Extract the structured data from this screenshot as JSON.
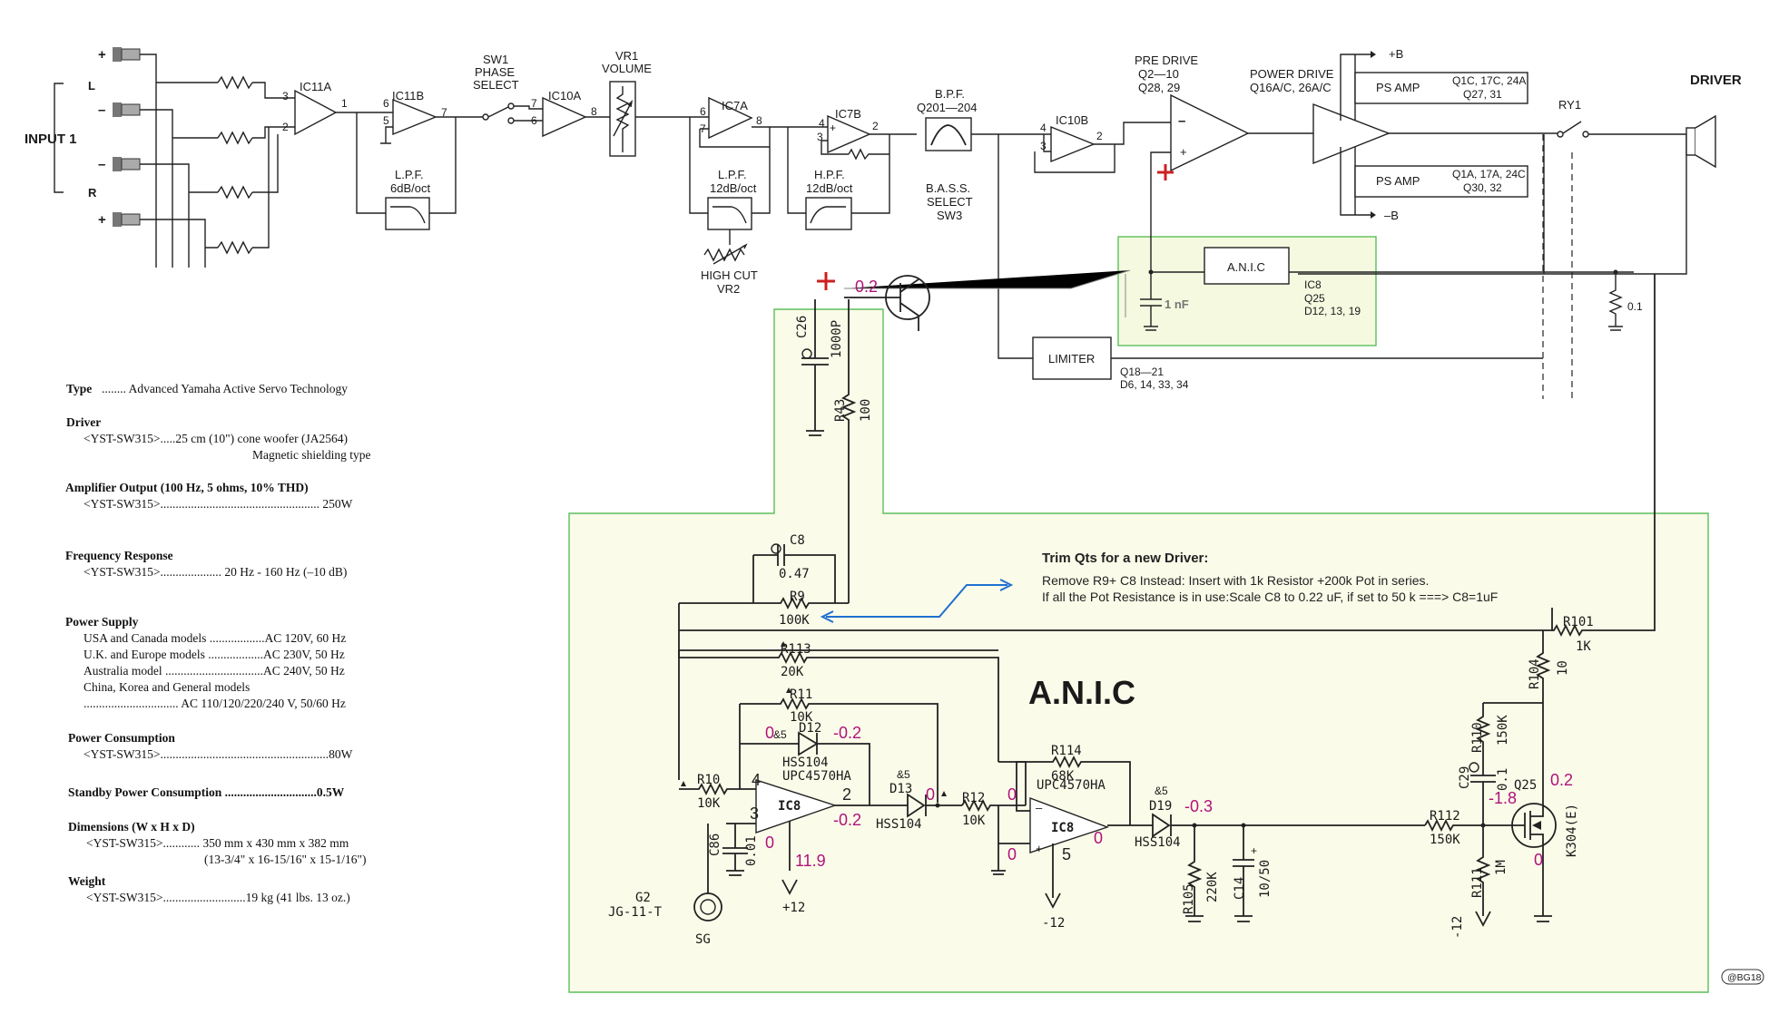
{
  "header": {
    "driver_label": "DRIVER",
    "input_label": "INPUT 1",
    "input_l": "L",
    "input_r": "R",
    "plus": "+",
    "minus": "–"
  },
  "blocks": {
    "ic11a": "IC11A",
    "ic11b": "IC11B",
    "lpf1_a": "L.P.F.",
    "lpf1_b": "6dB/oct",
    "sw1_a": "SW1",
    "sw1_b": "PHASE",
    "sw1_c": "SELECT",
    "ic10a": "IC10A",
    "vr1_a": "VR1",
    "vr1_b": "VOLUME",
    "ic7a": "IC7A",
    "lpf2_a": "L.P.F.",
    "lpf2_b": "12dB/oct",
    "highcut_a": "HIGH CUT",
    "highcut_b": "VR2",
    "ic7b": "IC7B",
    "hpf_a": "H.P.F.",
    "hpf_b": "12dB/oct",
    "bpf_a": "B.P.F.",
    "bpf_b": "Q201—204",
    "bass_a": "B.A.S.S.",
    "bass_b": "SELECT",
    "bass_c": "SW3",
    "ic10b": "IC10B",
    "predrive_a": "PRE DRIVE",
    "predrive_b": "Q2—10",
    "predrive_c": "Q28, 29",
    "powerdrive_a": "POWER DRIVE",
    "powerdrive_b": "Q16A/C, 26A/C",
    "psamp1": "PS AMP",
    "psamp1_q_a": "Q1C, 17C, 24A",
    "psamp1_q_b": "Q27, 31",
    "psamp2": "PS AMP",
    "psamp2_q_a": "Q1A, 17A, 24C",
    "psamp2_q_b": "Q30, 32",
    "plus_b": "+B",
    "minus_b": "–B",
    "ry1": "RY1",
    "anic_box": "A.N.I.C",
    "ic8_a": "IC8",
    "ic8_b": "Q25",
    "ic8_c": "D12, 13, 19",
    "cap_1nf": "1 nF",
    "res_01": "0.1",
    "limiter": "LIMITER",
    "limiter_a": "Q18—21",
    "limiter_b": "D6, 14, 33, 34",
    "pin1": "1",
    "pin2": "2",
    "pin3": "3",
    "pin4": "4",
    "pin5": "5",
    "pin6": "6",
    "pin7": "7",
    "pin8": "8",
    "minus_sign": "–"
  },
  "specs": {
    "type_head": "Type",
    "type_val": "........ Advanced Yamaha Active Servo Technology",
    "driver_head": "Driver",
    "driver_line1": "<YST-SW315>.....25 cm (10\") cone woofer (JA2564)",
    "driver_line2": "Magnetic shielding type",
    "amp_head": "Amplifier Output (100 Hz, 5 ohms, 10% THD)",
    "amp_line": "<YST-SW315>.................................................... 250W",
    "freq_head": "Frequency Response",
    "freq_line": "<YST-SW315>.................... 20 Hz - 160 Hz (–10 dB)",
    "ps_head": "Power Supply",
    "ps_line1": "USA and Canada models ..................AC 120V, 60 Hz",
    "ps_line2": "U.K. and Europe models ..................AC 230V, 50 Hz",
    "ps_line3": "Australia model ................................AC 240V, 50 Hz",
    "ps_line4": "China, Korea and General models",
    "ps_line5": "............................... AC 110/120/220/240 V, 50/60 Hz",
    "pc_head": "Power Consumption",
    "pc_line": "<YST-SW315>.......................................................80W",
    "standby": "Standby Power Consumption ..............................0.5W",
    "dim_head": "Dimensions (W x H x D)",
    "dim_line1": "<YST-SW315>............ 350 mm x 430 mm x 382 mm",
    "dim_line2": "(13-3/4\" x 16-15/16\" x 15-1/16\")",
    "weight_head": "Weight",
    "weight_line": "<YST-SW315>...........................19 kg (41 lbs. 13 oz.)"
  },
  "anic": {
    "title": "A.N.I.C",
    "note_title": "Trim Qts for a new Driver:",
    "note_line1": "Remove R9+ C8 Instead: Insert with 1k Resistor +200k Pot in series.",
    "note_line2": "If all the Pot Resistance is in use:Scale C8 to 0.22 uF, if set to 50 k ===> C8=1uF",
    "c26_a": "C26",
    "c26_b": "1000P",
    "r43_a": "R43",
    "r43_b": "100",
    "c8_a": "C8",
    "c8_b": "0.47",
    "r9_a": "R9",
    "r9_b": "100K",
    "r101_a": "R101",
    "r101_b": "1K",
    "r104_a": "R104",
    "r104_b": "10",
    "r113_a": "R113",
    "r113_b": "20K",
    "r11_a": "R11",
    "r11_b": "10K",
    "d12": "D12",
    "amp5_a": "&5",
    "hss104_a": "HSS104",
    "upc_a": "UPC4570HA",
    "r10_a": "R10",
    "r10_b": "10K",
    "ic8_left": "IC8",
    "d13_amp": "&5",
    "d13": "D13",
    "hss104_b": "HSS104",
    "r12_a": "R12",
    "r12_b": "10K",
    "r114_a": "R114",
    "r114_b": "68K",
    "upc_b": "UPC4570HA",
    "ic8_right": "IC8",
    "d19_amp": "&5",
    "d19": "D19",
    "hss104_c": "HSS104",
    "r105_a": "R105",
    "r105_b": "220K",
    "c14_a": "C14",
    "c14_b": "10/50",
    "r110_a": "R110",
    "r110_b": "150K",
    "c29_a": "C29",
    "c29_b": "0.1",
    "r112_a": "R112",
    "r112_b": "150K",
    "r111_a": "R111",
    "r111_b": "1M",
    "q25_a": "Q25",
    "q25_b": "K304(E)",
    "c86_a": "C86",
    "c86_b": "0.01",
    "g2_a": "G2",
    "g2_b": "JG-11-T",
    "sg": "SG",
    "plus12": "+12",
    "minus12_a": "-12",
    "minus12_b": "-12",
    "p4": "4",
    "p3": "3",
    "p2": "2",
    "p5": "5",
    "pplus": "+",
    "pminus": "–",
    "v_0_2": "0.2",
    "v_0_a": "0",
    "v_0_b": "0",
    "v_neg02_a": "-0.2",
    "v_neg02_b": "-0.2",
    "v_0_c": "0",
    "v_119": "11.9",
    "v_0_d": "0",
    "v_0_e": "0",
    "v_0_f": "0",
    "v_neg03": "-0.3",
    "v_neg18": "-1.8",
    "v_02b": "0.2",
    "v_0_g": "0",
    "v_0_h": "0"
  },
  "footer": {
    "signature": "@BG18"
  },
  "colors": {
    "panel_fill": "#fbfbe9",
    "panel_border": "#5cbf5c",
    "voltage": "#b0127a",
    "marker": "#cc2020",
    "arrow": "#1f6fd0",
    "anic_title": "#a8a8a8"
  }
}
